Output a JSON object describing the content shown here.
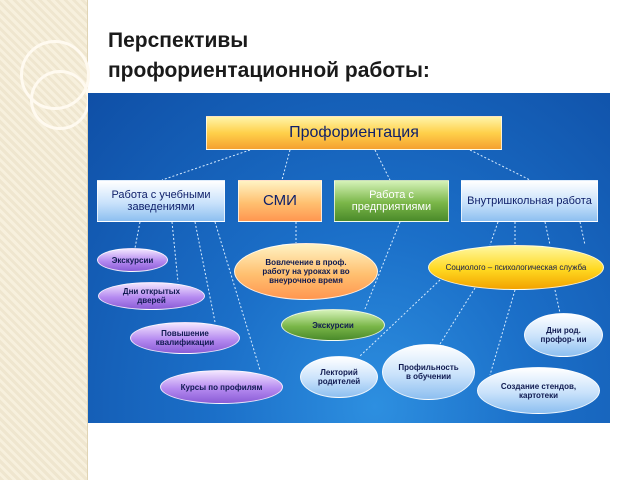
{
  "title": {
    "line1": "Перспективы",
    "line2": "профориентационной работы:"
  },
  "diagram": {
    "root": "Профориентация",
    "level2": [
      "Работа с учебными заведениями",
      "СМИ",
      "Работа с предприятиями",
      "Внутришкольная работа"
    ],
    "ellipses": {
      "excursions1": "Экскурсии",
      "open_days": "Дни открытых дверей",
      "qualification": "Повышение квалификации",
      "courses": "Курсы по профилям",
      "involvement": "Вовлечение в проф. работу на уроках и во внеурочное время",
      "excursions2": "Экскурсии",
      "lectures": "Лекторий родителей",
      "profile": "Профильность в обучении",
      "socio": "Социолого – психологическая служба",
      "parents_days": "Дни род. профор- ии",
      "stands": "Создание стендов, картотеки"
    }
  }
}
